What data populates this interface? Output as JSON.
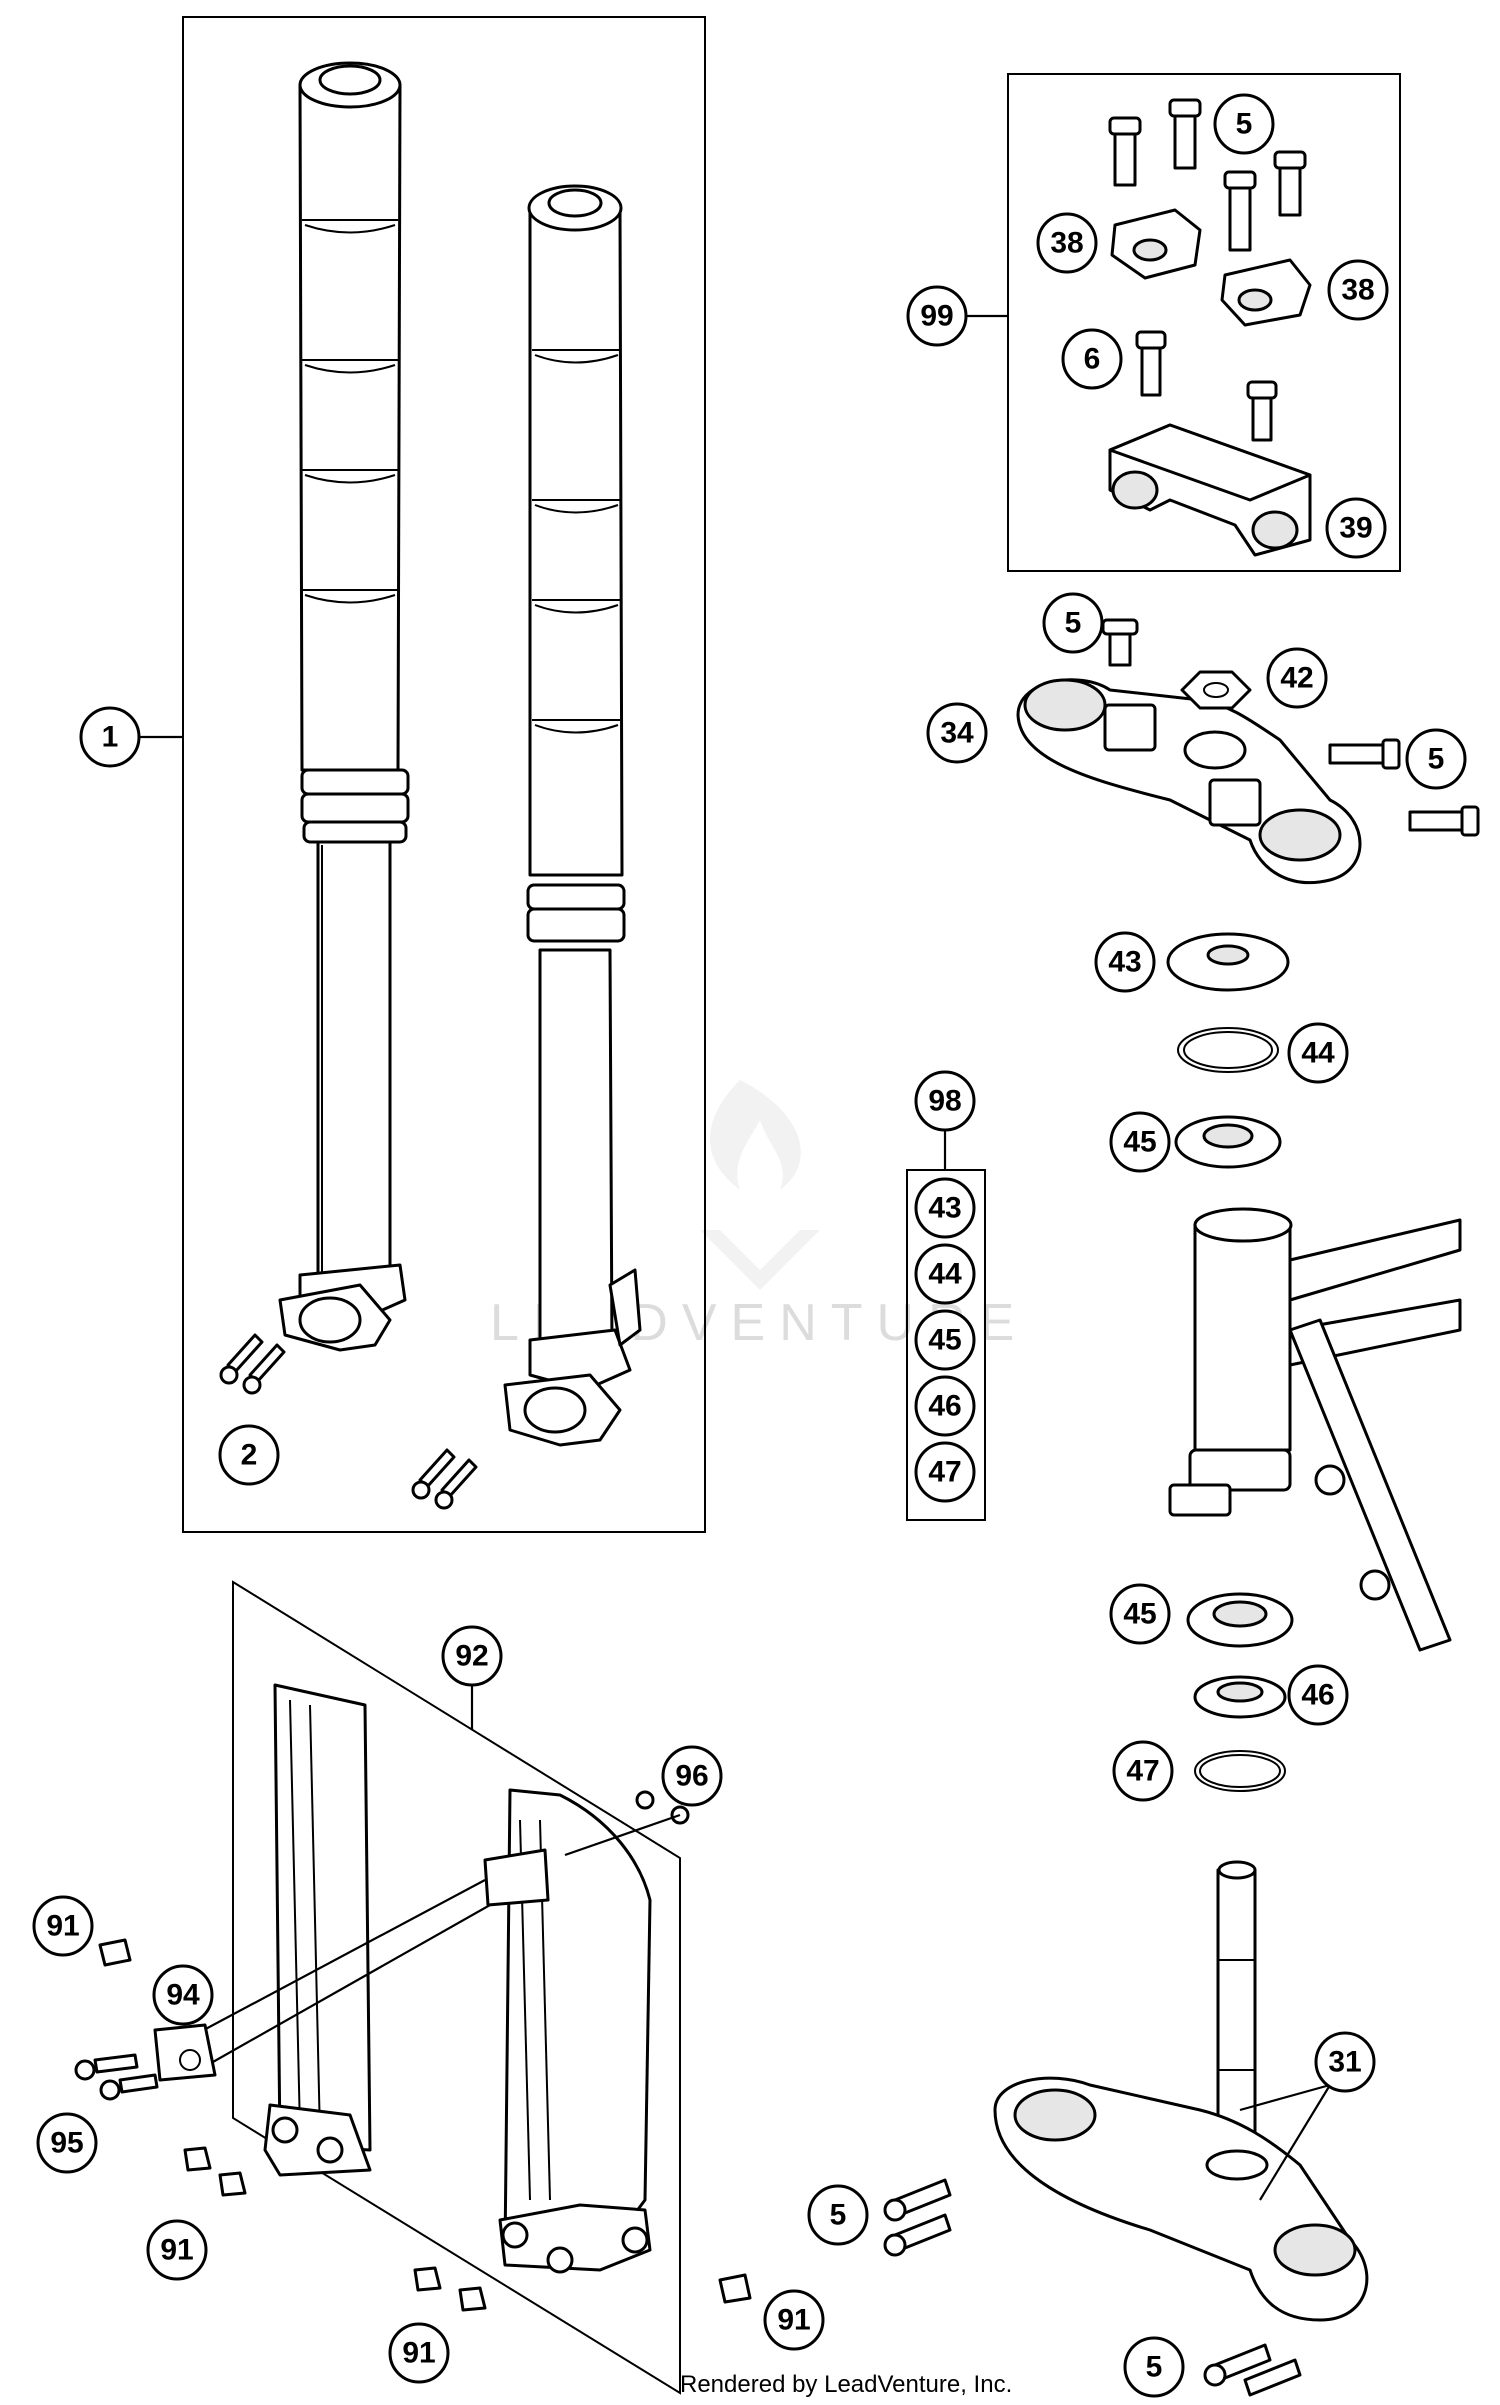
{
  "callouts": {
    "c1": "1",
    "c2": "2",
    "c5a": "5",
    "c5b": "5",
    "c5c": "5",
    "c5d": "5",
    "c5e": "5",
    "c6": "6",
    "c38a": "38",
    "c38b": "38",
    "c39": "39",
    "c99": "99",
    "c34": "34",
    "c42": "42",
    "c43a": "43",
    "c44a": "44",
    "c45a": "45",
    "c98": "98",
    "c43b": "43",
    "c44b": "44",
    "c45b": "45",
    "c46b": "46",
    "c47b": "47",
    "c45c": "45",
    "c46c": "46",
    "c47c": "47",
    "c92": "92",
    "c96": "96",
    "c91a": "91",
    "c91b": "91",
    "c91c": "91",
    "c91d": "91",
    "c94": "94",
    "c95": "95",
    "c31": "31"
  },
  "watermark": {
    "brand": "LEADVENTURE"
  },
  "footer": {
    "credit": "Rendered by LeadVenture, Inc."
  }
}
